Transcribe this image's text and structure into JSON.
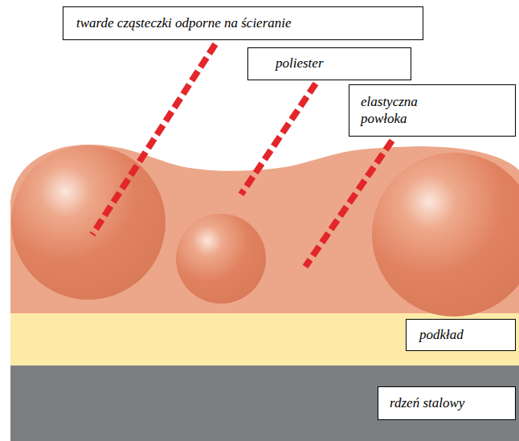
{
  "diagram": {
    "nodes": [
      {
        "text": [
          "twarde cząsteczki odporne na ścieranie"
        ]
      },
      {
        "text": [
          "poliester"
        ]
      },
      {
        "text": [
          "elastyczna powłoka"
        ]
      },
      {
        "text": [
          "podkład"
        ]
      },
      {
        "text": [
          "rdzeń stalowy"
        ]
      }
    ]
  }
}
